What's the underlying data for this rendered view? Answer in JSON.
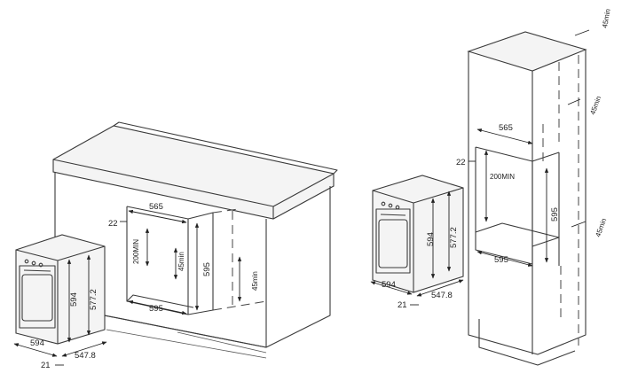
{
  "labels": {
    "left_width_565": "565",
    "left_gap_22": "22",
    "left_min_height": "200MIN",
    "left_vent_45": "45min",
    "left_height_595": "595",
    "left_vent_45b": "45min",
    "left_width_595": "595",
    "left_oven_height_594": "594",
    "left_oven_height_577": "577.2",
    "left_oven_width_594": "594",
    "left_oven_depth_547": "547.8",
    "left_oven_door_21": "21",
    "right_vent_top": "45min",
    "right_width_565": "565",
    "right_gap_22": "22",
    "right_min_height": "200MIN",
    "right_vent_mid": "45min",
    "right_height_595": "595",
    "right_vent_low": "45min",
    "right_width_595": "595",
    "right_oven_height_594": "594",
    "right_oven_height_577": "577.2",
    "right_oven_width_594": "594",
    "right_oven_depth_547": "547.8",
    "right_oven_door_21": "21"
  }
}
